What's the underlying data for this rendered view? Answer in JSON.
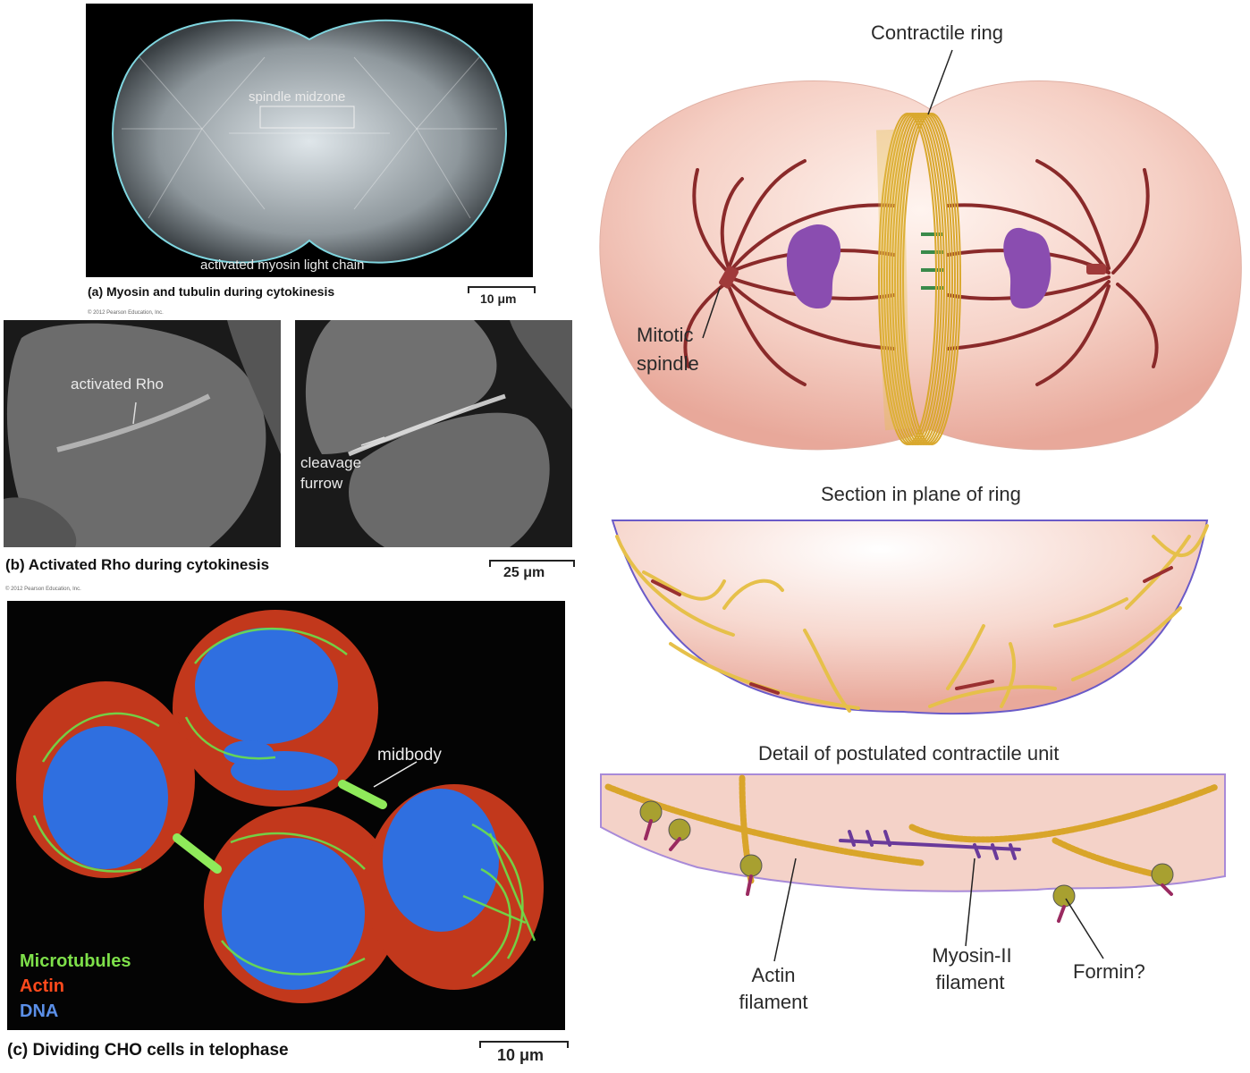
{
  "panel_a": {
    "labels": {
      "spindle_midzone": "spindle midzone",
      "myosin": "activated myosin light chain"
    },
    "caption": "(a) Myosin and tubulin during cytokinesis",
    "scale_bar": "10 μm",
    "copyright": "© 2012 Pearson Education, Inc."
  },
  "panel_b": {
    "labels": {
      "rho": "activated Rho",
      "furrow_line1": "cleavage",
      "furrow_line2": "furrow"
    },
    "caption": "(b) Activated Rho during cytokinesis",
    "scale_bar": "25 μm",
    "copyright": "© 2012 Pearson Education, Inc."
  },
  "panel_c": {
    "labels": {
      "midbody": "midbody"
    },
    "legend": [
      {
        "text": "Microtubules",
        "color": "#7ee04a"
      },
      {
        "text": "Actin",
        "color": "#ff4a1c"
      },
      {
        "text": "DNA",
        "color": "#5b8fe8"
      }
    ],
    "caption": "(c) Dividing CHO cells in telophase",
    "scale_bar": "10 μm"
  },
  "diagram": {
    "contractile_ring": "Contractile ring",
    "mitotic_line1": "Mitotic",
    "mitotic_line2": "spindle",
    "section_title": "Section in plane of ring",
    "detail_title": "Detail of postulated contractile unit",
    "actin_line1": "Actin",
    "actin_line2": "filament",
    "myosin_line1": "Myosin-II",
    "myosin_line2": "filament",
    "formin": "Formin?"
  },
  "colors": {
    "cell_pink": "#f2c4b8",
    "ring_yellow": "#e6c04a",
    "spindle": "#8a2a2a",
    "chromosome_purple": "#8a4db0",
    "membrane_blue": "#6a5ac8"
  }
}
